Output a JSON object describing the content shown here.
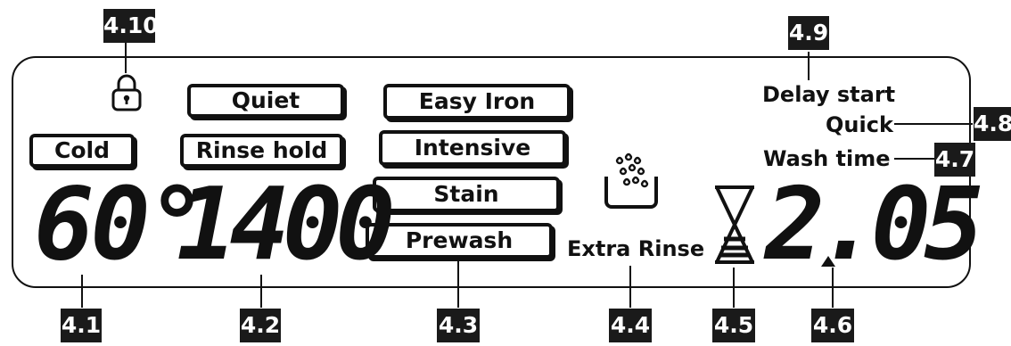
{
  "callouts": {
    "c4_1": "4.1",
    "c4_2": "4.2",
    "c4_3": "4.3",
    "c4_4": "4.4",
    "c4_5": "4.5",
    "c4_6": "4.6",
    "c4_7": "4.7",
    "c4_8": "4.8",
    "c4_9": "4.9",
    "c4_10": "4.10"
  },
  "display": {
    "temperature": "60°",
    "spin_speed": "1400",
    "time": "2.05"
  },
  "buttons": {
    "cold": "Cold",
    "quiet": "Quiet",
    "rinse_hold": "Rinse hold",
    "easy_iron": "Easy Iron",
    "intensive": "Intensive",
    "stain": "Stain",
    "prewash": "Prewash"
  },
  "labels": {
    "extra_rinse": "Extra Rinse",
    "delay_start": "Delay start",
    "quick": "Quick",
    "wash_time": "Wash time"
  },
  "icons": {
    "lock": "lock-icon",
    "extra_rinse": "extra-rinse-icon",
    "hourglass": "hourglass-icon"
  }
}
